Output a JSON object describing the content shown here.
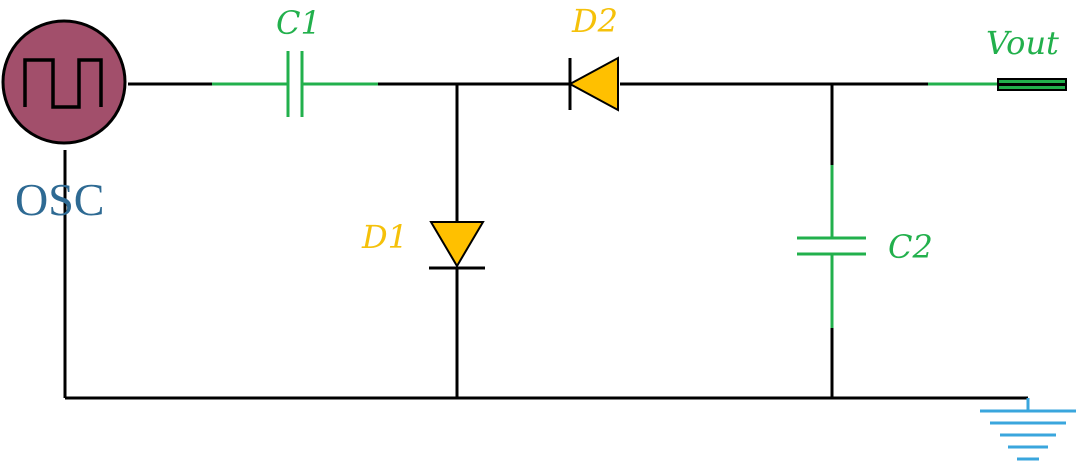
{
  "labels": {
    "c1": "C1",
    "d2": "D2",
    "d1": "D1",
    "c2": "C2",
    "vout": "Vout",
    "osc": "OSC"
  },
  "colors": {
    "wire": "#000000",
    "component_green": "#22b04c",
    "diode_fill": "#ffc000",
    "diode_label": "#f5c10a",
    "osc_fill": "#a24f6b",
    "osc_label": "#2e6a93",
    "ground": "#3aa6dd"
  }
}
